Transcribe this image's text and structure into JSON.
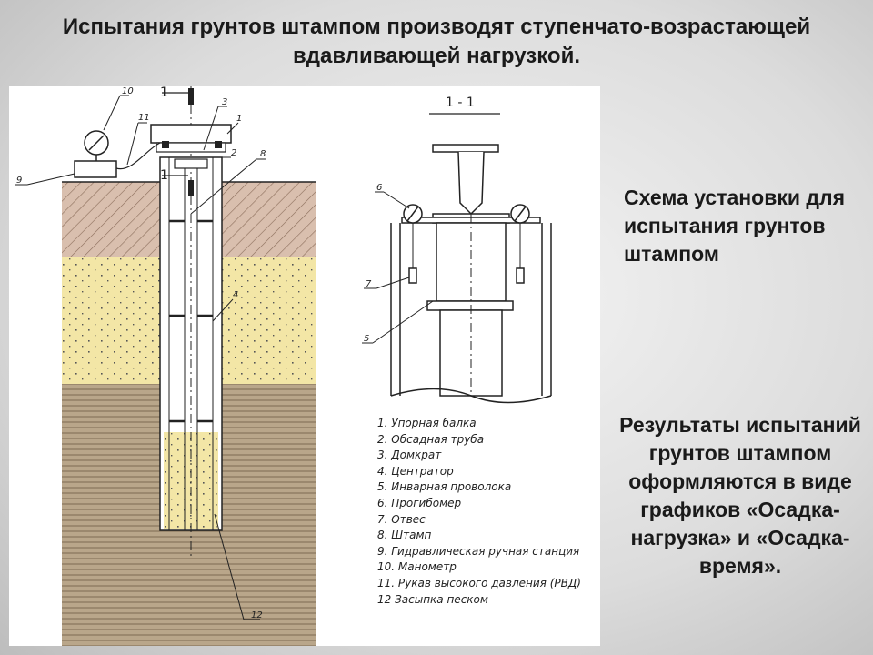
{
  "title": "Испытания грунтов штампом производят ступенчато-возрастающей вдавливающей нагрузкой.",
  "scheme_caption": "Схема установки для испытания грунтов штампом",
  "results_text": "Результаты испытаний грунтов штампом оформляются в виде графиков «Осадка-нагрузка» и «Осадка-время».",
  "section_label": "1 - 1",
  "cut_marks": [
    "1",
    "1"
  ],
  "callouts": [
    "10",
    "11",
    "9",
    "3",
    "1",
    "2",
    "8",
    "4",
    "12",
    "6",
    "7",
    "5"
  ],
  "legend": [
    "1. Упорная балка",
    "2. Обсадная труба",
    "3. Домкрат",
    "4. Центратор",
    "5. Инварная проволока",
    "6. Прогибомер",
    "7. Отвес",
    "8. Штамп",
    "9. Гидравлическая ручная станция",
    "10. Манометр",
    "11. Рукав высокого давления (РВД)",
    "12 Засыпка песком"
  ],
  "colors": {
    "topsoil": "#d9bfae",
    "sand": "#f3e6a6",
    "clay": "#b9a68a",
    "line": "#222222"
  }
}
